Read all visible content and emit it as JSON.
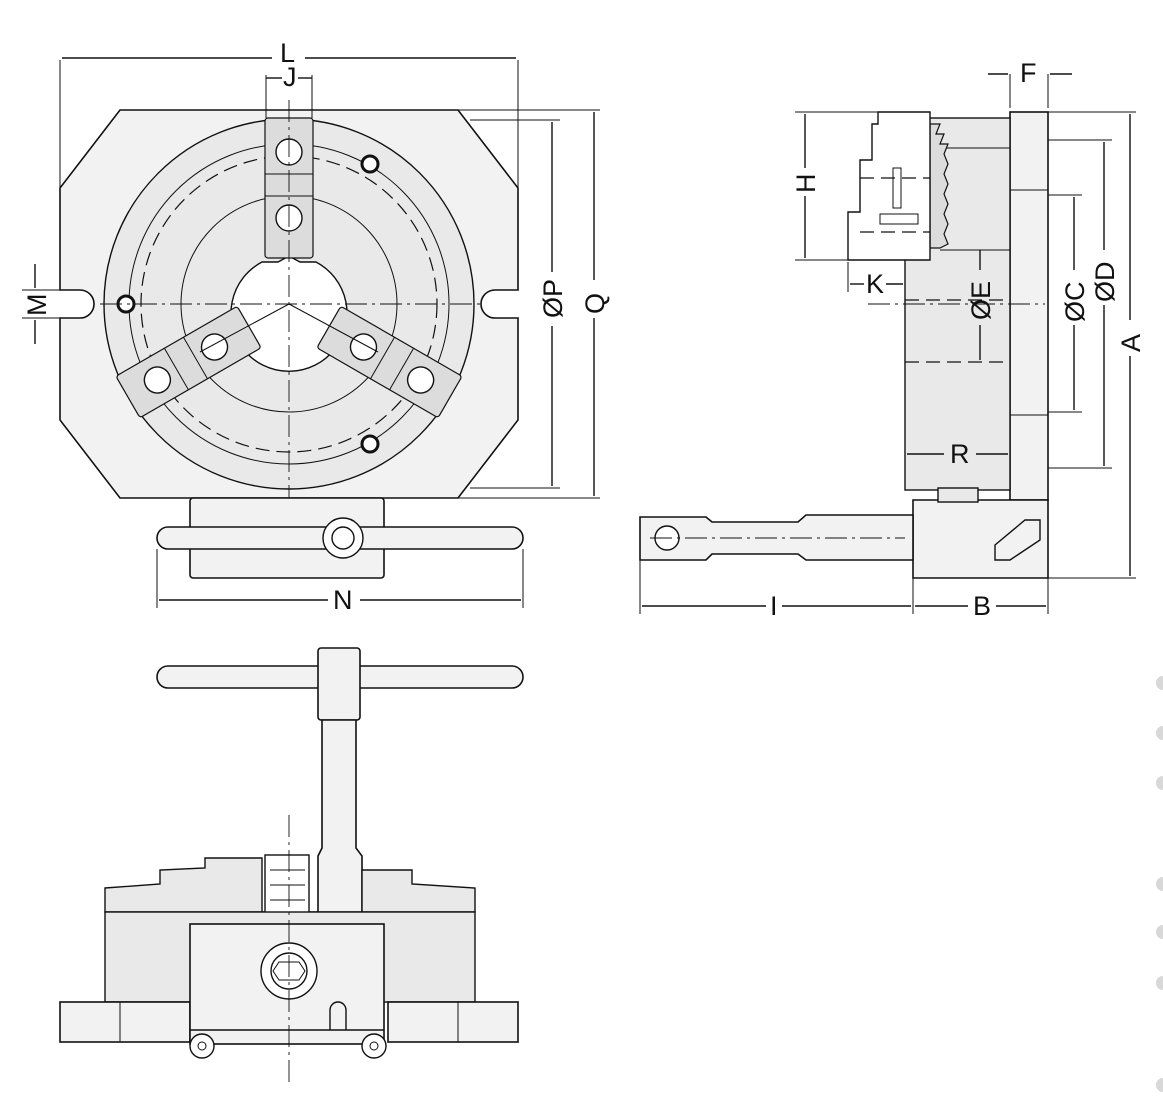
{
  "dimension_labels": {
    "L": "L",
    "J": "J",
    "M": "M",
    "P": "ØP",
    "Q": "Q",
    "N": "N",
    "F": "F",
    "H": "H",
    "K": "K",
    "E": "ØE",
    "C": "ØC",
    "D": "ØD",
    "A": "A",
    "R": "R",
    "I": "I",
    "B": "B"
  },
  "views": [
    "front-view",
    "side-view",
    "bottom-view"
  ],
  "colors": {
    "line": "#111111",
    "fill": "#f2f2f2",
    "background": "#ffffff"
  }
}
